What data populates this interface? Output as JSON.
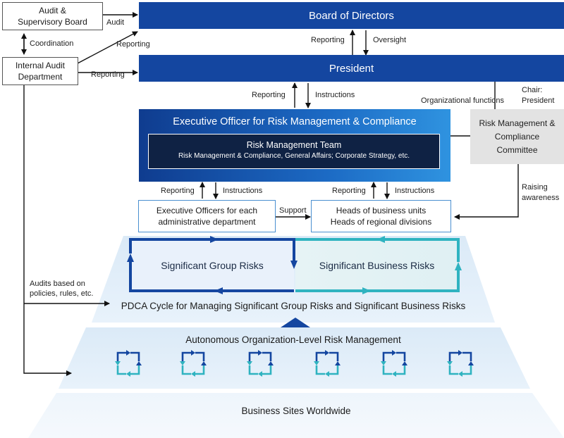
{
  "top_left": {
    "audit_board": "Audit & Supervisory Board",
    "internal_audit": "Internal Audit Department"
  },
  "board": "Board of Directors",
  "president": "President",
  "labels": {
    "audit": "Audit",
    "coordination": "Coordination",
    "reporting_board": "Reporting",
    "reporting_president": "Reporting",
    "reporting_up": "Reporting",
    "oversight": "Oversight",
    "reporting_exec": "Reporting",
    "instructions_exec": "Instructions",
    "organizational_functions": "Organizational functions",
    "chair_line1": "Chair:",
    "chair_line2": "President",
    "reporting_left": "Reporting",
    "instructions_left": "Instructions",
    "reporting_right": "Reporting",
    "instructions_right": "Instructions",
    "support": "Support",
    "raising_line1": "Raising",
    "raising_line2": "awareness",
    "audits_line1": "Audits based on",
    "audits_line2": "policies, rules, etc."
  },
  "executive_officer": "Executive Officer for Risk Management & Compliance",
  "risk_team": {
    "title": "Risk Management Team",
    "subtitle": "Risk Management & Compliance, General Affairs; Corporate Strategy, etc."
  },
  "committee": {
    "line1": "Risk Management &",
    "line2": "Compliance",
    "line3": "Committee"
  },
  "exec_officers_dept": {
    "line1": "Executive Officers for each",
    "line2": "administrative department"
  },
  "heads": {
    "line1": "Heads of business units",
    "line2": "Heads of regional divisions"
  },
  "significant_group_risks": "Significant Group Risks",
  "significant_business_risks": "Significant Business Risks",
  "pdca_caption": "PDCA Cycle for Managing Significant Group Risks and Significant Business Risks",
  "autonomous": "Autonomous Organization-Level Risk Management",
  "business_sites": "Business Sites Worldwide",
  "colors": {
    "navy": "#1446a0",
    "dark_team": "#0f2244",
    "teal": "#2fb3c0",
    "light_blue": "#dbeaf7",
    "gray": "#e3e3e3"
  }
}
